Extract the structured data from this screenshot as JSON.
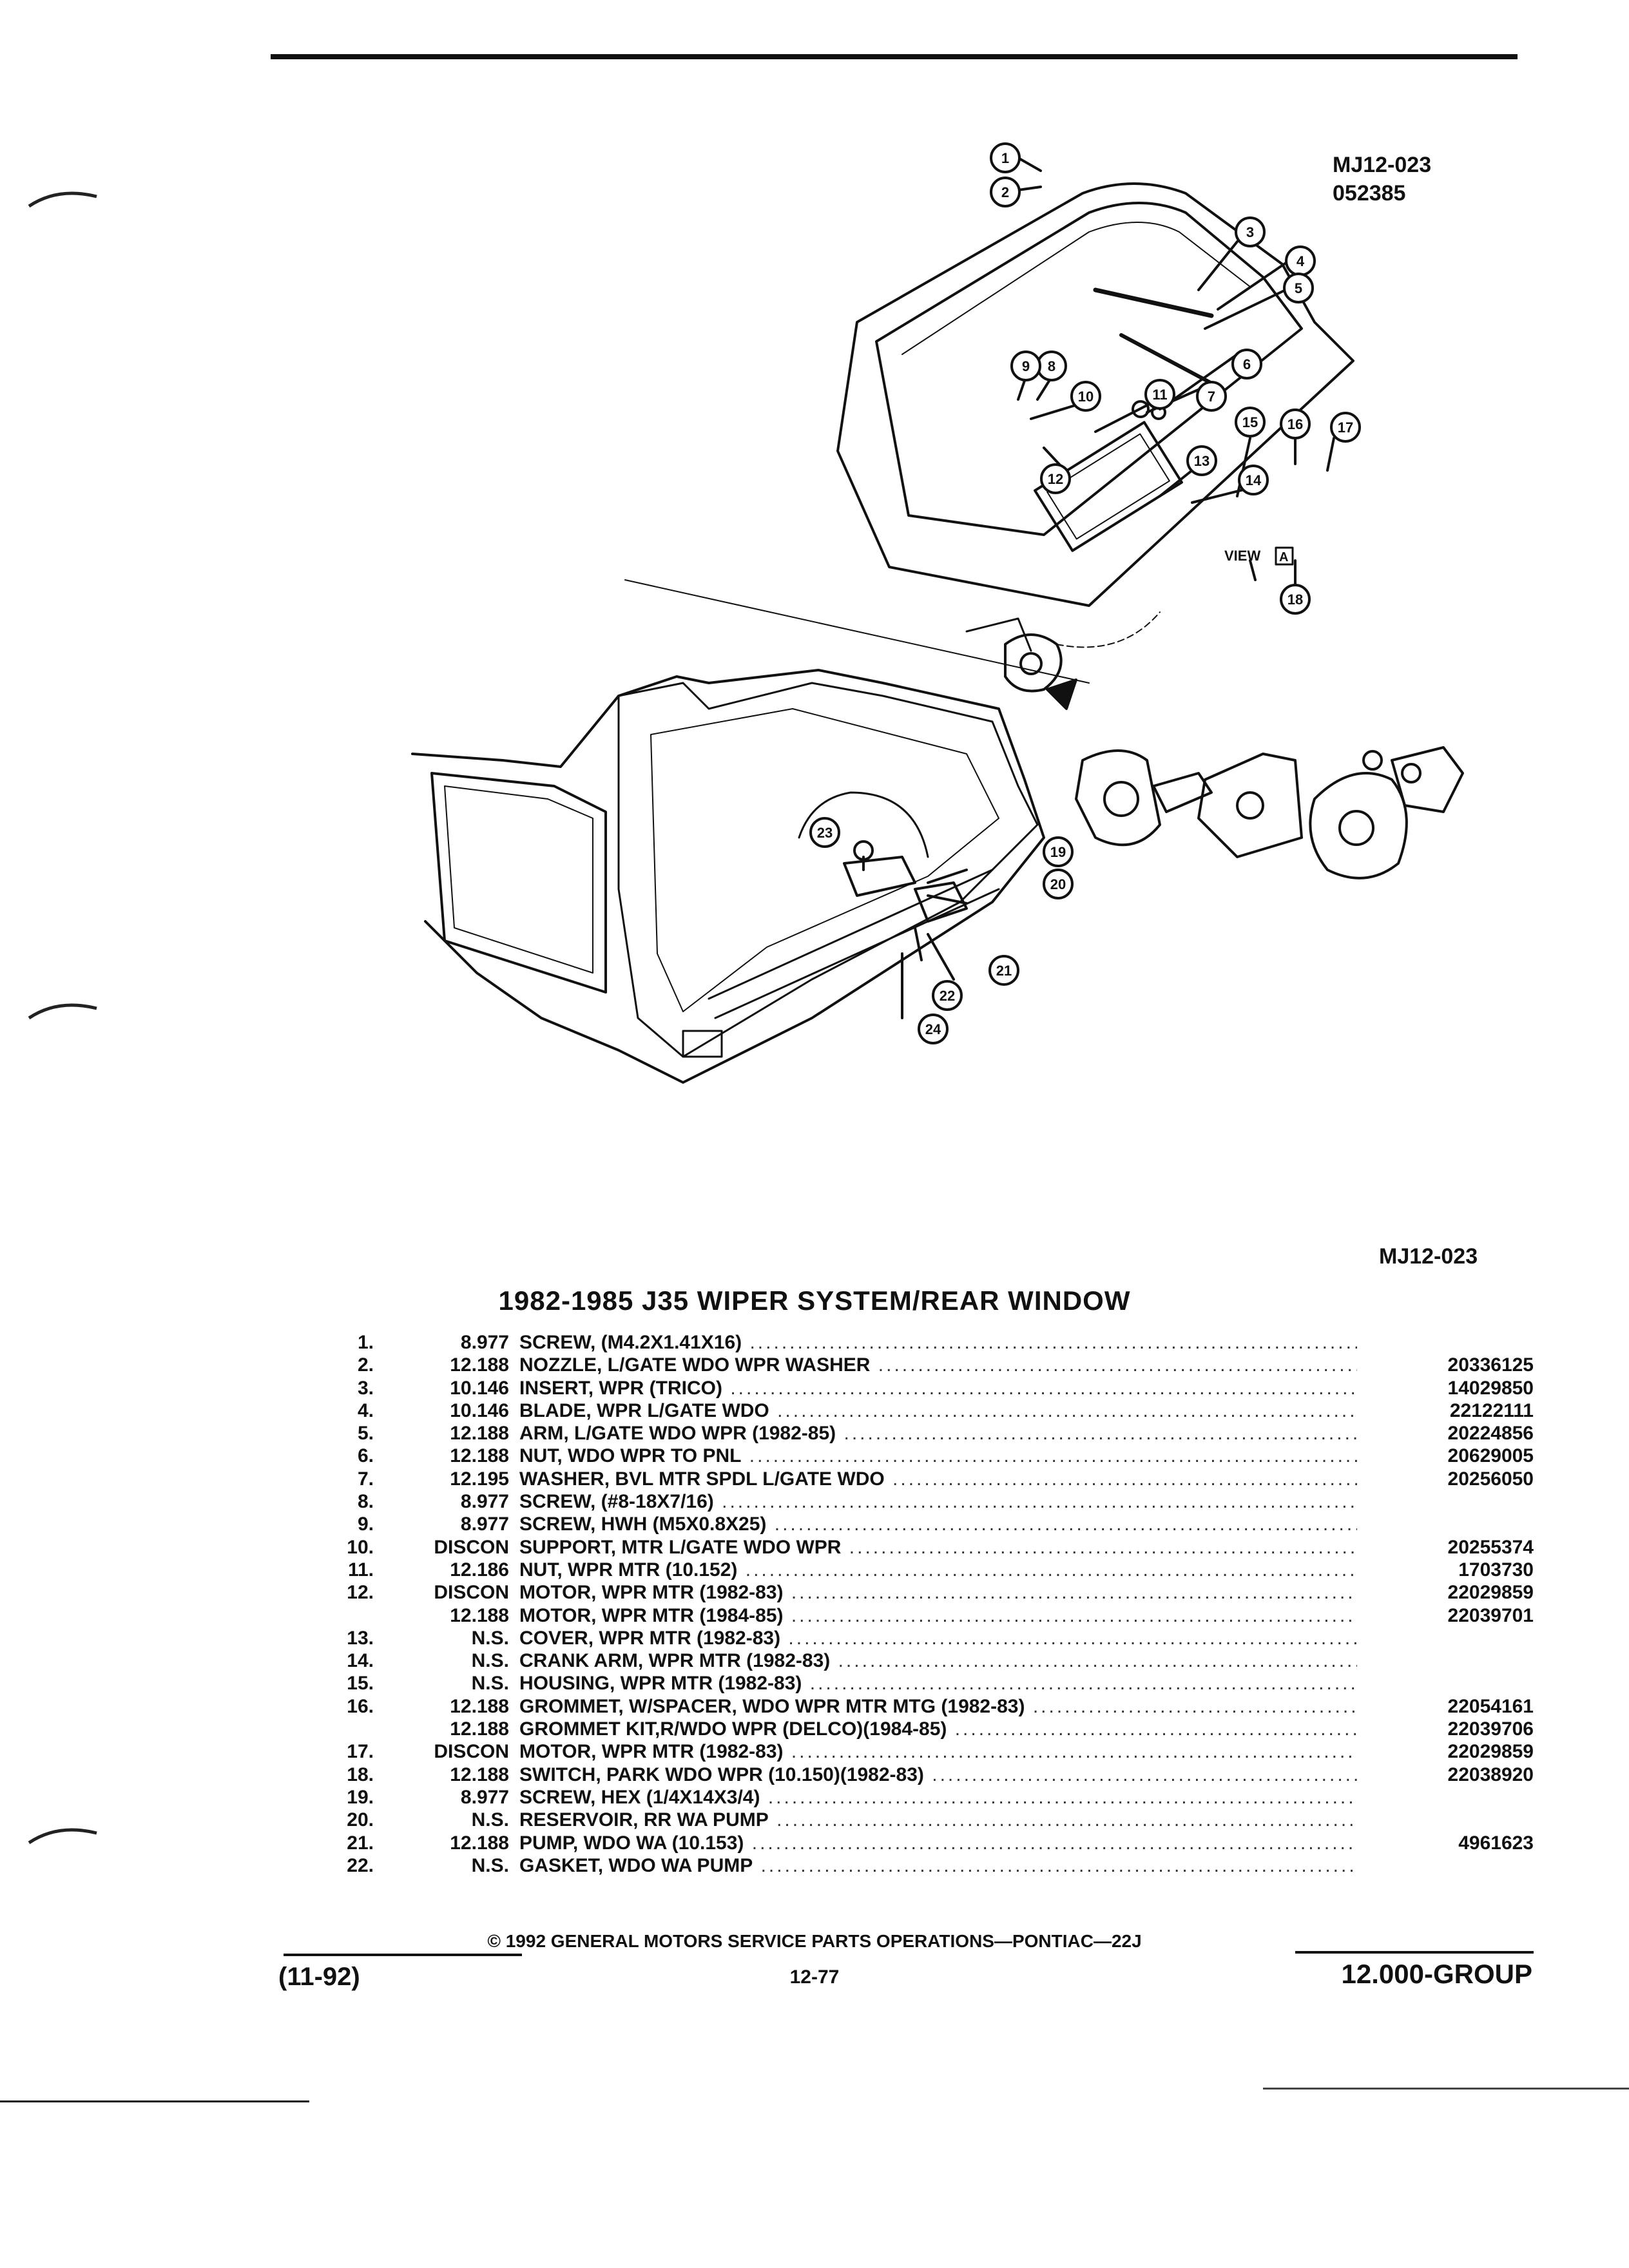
{
  "header": {
    "drawing_code": "MJ12-023",
    "drawing_date": "052385",
    "bottom_drawing_code": "MJ12-023"
  },
  "diagram": {
    "callouts": [
      "1",
      "2",
      "3",
      "4",
      "5",
      "6",
      "7",
      "8",
      "9",
      "10",
      "11",
      "12",
      "13",
      "14",
      "15",
      "16",
      "17",
      "18",
      "19",
      "20",
      "21",
      "22",
      "23",
      "24"
    ],
    "view_label": "VIEW",
    "view_letter": "A"
  },
  "title": "1982-1985 J35 WIPER SYSTEM/REAR WINDOW",
  "parts": [
    {
      "num": "1.",
      "group": "8.977",
      "name": "SCREW",
      "desc": ", (M4.2X1.41X16)",
      "pn": ""
    },
    {
      "num": "2.",
      "group": "12.188",
      "name": "NOZZLE",
      "desc": ", L/GATE WDO WPR WASHER",
      "pn": "20336125"
    },
    {
      "num": "3.",
      "group": "10.146",
      "name": "INSERT",
      "desc": ", WPR (TRICO)",
      "pn": "14029850"
    },
    {
      "num": "4.",
      "group": "10.146",
      "name": "BLADE",
      "desc": ", WPR L/GATE WDO",
      "pn": "22122111"
    },
    {
      "num": "5.",
      "group": "12.188",
      "name": "ARM",
      "desc": ", L/GATE WDO WPR (1982-85)",
      "pn": "20224856"
    },
    {
      "num": "6.",
      "group": "12.188",
      "name": "NUT",
      "desc": ", WDO WPR TO PNL",
      "pn": "20629005"
    },
    {
      "num": "7.",
      "group": "12.195",
      "name": "WASHER",
      "desc": ", BVL MTR SPDL L/GATE WDO",
      "pn": "20256050"
    },
    {
      "num": "8.",
      "group": "8.977",
      "name": "SCREW",
      "desc": ", (#8-18X7/16)",
      "pn": ""
    },
    {
      "num": "9.",
      "group": "8.977",
      "name": "SCREW",
      "desc": ", HWH (M5X0.8X25)",
      "pn": ""
    },
    {
      "num": "10.",
      "group": "DISCON",
      "name": "SUPPORT",
      "desc": ", MTR L/GATE WDO WPR",
      "pn": "20255374"
    },
    {
      "num": "11.",
      "group": "12.186",
      "name": "NUT",
      "desc": ", WPR MTR (10.152)",
      "pn": "1703730"
    },
    {
      "num": "12.",
      "group": "DISCON",
      "name": "MOTOR",
      "desc": ", WPR MTR (1982-83)",
      "pn": "22029859"
    },
    {
      "num": "",
      "group": "12.188",
      "name": "MOTOR",
      "desc": ", WPR MTR (1984-85)",
      "pn": "22039701"
    },
    {
      "num": "13.",
      "group": "N.S.",
      "name": "COVER",
      "desc": ", WPR MTR (1982-83)",
      "pn": ""
    },
    {
      "num": "14.",
      "group": "N.S.",
      "name": "CRANK ARM",
      "desc": ", WPR MTR (1982-83)",
      "pn": ""
    },
    {
      "num": "15.",
      "group": "N.S.",
      "name": "HOUSING",
      "desc": ", WPR MTR (1982-83)",
      "pn": ""
    },
    {
      "num": "16.",
      "group": "12.188",
      "name": "GROMMET",
      "desc": ", W/SPACER, WDO WPR MTR MTG (1982-83)",
      "pn": "22054161"
    },
    {
      "num": "",
      "group": "12.188",
      "name": "GROMMET KIT",
      "desc": ",R/WDO WPR (DELCO)(1984-85)",
      "pn": "22039706"
    },
    {
      "num": "17.",
      "group": "DISCON",
      "name": "MOTOR",
      "desc": ", WPR MTR (1982-83)",
      "pn": "22029859"
    },
    {
      "num": "18.",
      "group": "12.188",
      "name": "SWITCH",
      "desc": ", PARK WDO WPR (10.150)(1982-83)",
      "pn": "22038920"
    },
    {
      "num": "19.",
      "group": "8.977",
      "name": "SCREW",
      "desc": ", HEX (1/4X14X3/4)",
      "pn": ""
    },
    {
      "num": "20.",
      "group": "N.S.",
      "name": "RESERVOIR",
      "desc": ", RR WA PUMP",
      "pn": ""
    },
    {
      "num": "21.",
      "group": "12.188",
      "name": "PUMP",
      "desc": ", WDO WA (10.153)",
      "pn": "4961623"
    },
    {
      "num": "22.",
      "group": "N.S.",
      "name": "GASKET",
      "desc": ", WDO WA PUMP",
      "pn": ""
    }
  ],
  "footer": {
    "copyright": "© 1992 GENERAL MOTORS SERVICE PARTS OPERATIONS—PONTIAC—22J",
    "date": "(11-92)",
    "page": "12-77",
    "group": "12.000-GROUP"
  }
}
